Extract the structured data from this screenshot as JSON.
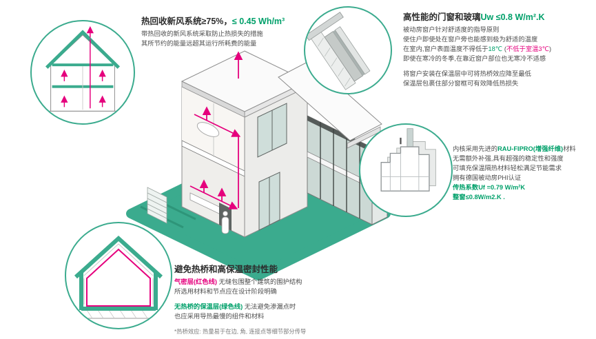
{
  "colors": {
    "teal_accent": "#3BAB8E",
    "green_text": "#00A06A",
    "magenta_red": "#E5007D",
    "body_text": "#4d4d4d",
    "title_text": "#2c2c2c"
  },
  "icons": {
    "circle_top_left": "ventilation-house-section-icon",
    "circle_top_right": "window-corner-detail-icon",
    "circle_mid_right": "window-profile-icon",
    "circle_bottom_left": "thermal-envelope-house-icon",
    "center": "passive-house-cutaway-illustration"
  },
  "ventilation_block": {
    "title_black": "热回收新风系统≥75%，",
    "title_green": "≤ 0.45 Wh/m³",
    "line1": "带热回收的新风系统采取防止热损失的措施",
    "line2": "其所节约的能量远超其运行所耗费的能量"
  },
  "window_block": {
    "title_black": "高性能的门窗和玻璃",
    "title_green": "Uw ≤0.8 W/m².K",
    "line1": "被动房窗户针对舒适度的指导原则",
    "line2": "使住户即使处在窗户旁也能感到极为舒适的温度",
    "line3_a": "在室内,窗户表面温度不得低于",
    "line3_b": "18℃",
    "line3_c": " (",
    "line3_d": "不低于室温3℃",
    "line3_e": ")",
    "line4": "即使在寒冷的冬季,在靠近窗户部位也无寒冷不适感",
    "line5": "将窗户安装在保温层中可将热桥效应降至最低",
    "line6": "保温层包裹住部分窗框可有效降低热损失"
  },
  "profile_block": {
    "line1_a": "内核采用先进的",
    "line1_b": "RAU-FIPRO(增强纤维)",
    "line1_c": "材料",
    "line2": "无需额外补强,具有超强的稳定性和强度",
    "line3": "可填充保温隔热材料轻松满足节能需求",
    "line4": "拥有德国被动房PHI认证",
    "line5": "传热系数Uf =0.79 W/m²K",
    "line6": "整窗≤0.8W/m2.K ."
  },
  "thermal_block": {
    "title": "避免热桥和高保温密封性能",
    "line1_red": "气密层(红色线)",
    "line1_rest": " 无缝包围整个建筑的围护结构",
    "line2": "所选用材料和节点应在设计阶段明确",
    "line3_green": "无热桥的保温层(绿色线)",
    "line3_rest": " 无法避免渗漏点时",
    "line4": "也应采用导热最慢的组件和材料",
    "footnote": "*热桥效应: 热量易于在边, 角, 连接点等细节部分传导"
  }
}
